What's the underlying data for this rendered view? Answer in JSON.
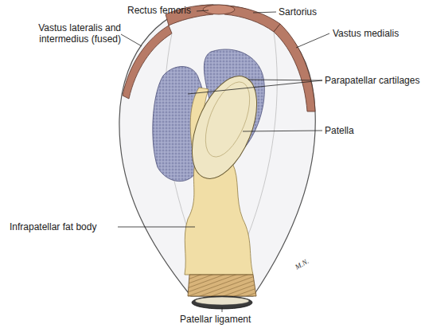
{
  "diagram": {
    "labels": [
      "Rectus femoris",
      "Sartorius",
      "Vastus lateralis and intermedius (fused)",
      "Vastus medialis",
      "Parapatellar cartilages",
      "Patella",
      "Infrapatellar fat body",
      "Patellar ligament",
      "M.N."
    ]
  }
}
